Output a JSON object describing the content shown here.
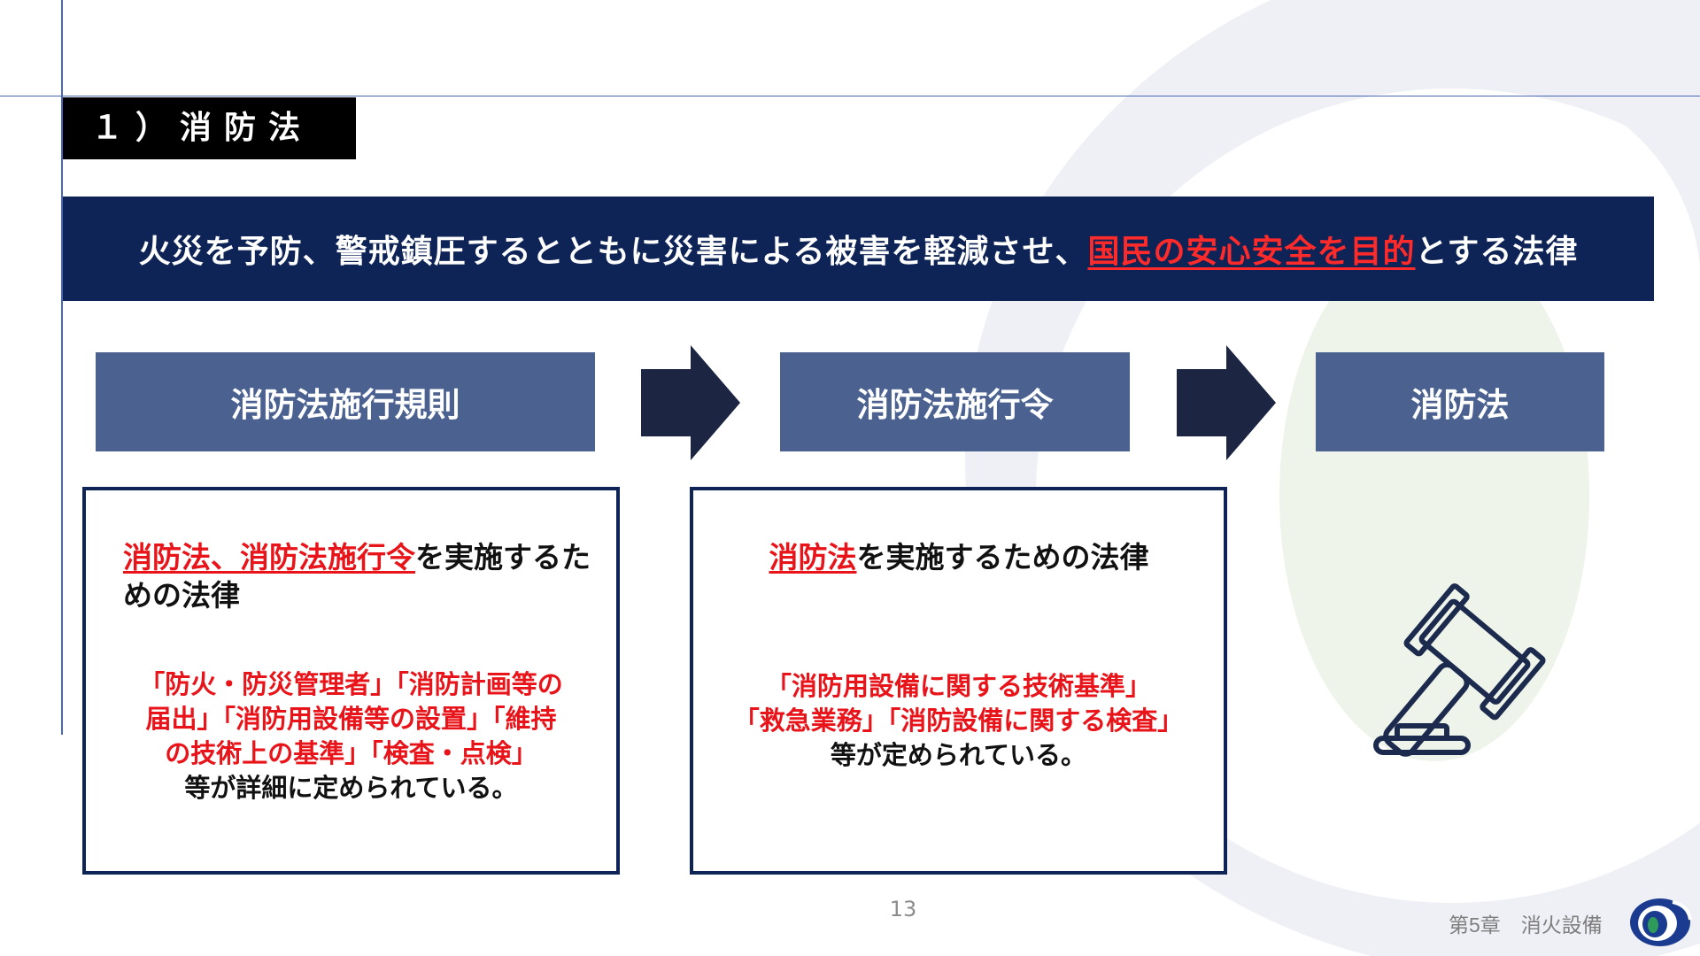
{
  "section": {
    "label": "１）消防法"
  },
  "banner": {
    "text_before": "火災を予防、警戒鎮圧するとともに災害による被害を軽減させ、",
    "text_highlight": "国民の安心安全を目的",
    "text_after": "とする法律"
  },
  "hierarchy": [
    {
      "label": "消防法施行規則"
    },
    {
      "label": "消防法施行令"
    },
    {
      "label": "消防法"
    }
  ],
  "descriptions": [
    {
      "lead_highlight": "消防法、消防法施行令",
      "lead_rest": "を実施するための法律",
      "detail_lines": [
        "「防火・防災管理者」「消防計画等の",
        "届出」「消防用設備等の設置」「維持",
        "の技術上の基準」「検査・点検」"
      ],
      "tail": "等が詳細に定められている。"
    },
    {
      "lead_highlight": "消防法",
      "lead_rest": "を実施するための法律",
      "detail_lines": [
        "「消防用設備に関する技術基準」",
        "「救急業務」「消防設備に関する検査」"
      ],
      "tail": "等が定められている。"
    }
  ],
  "icons": {
    "arrows": "right-arrow-icon",
    "gavel": "gavel-icon",
    "logo": "organization-logo-icon"
  },
  "colors": {
    "navy": "#0e2356",
    "box_blue": "#4b6291",
    "highlight_red": "#e8141a"
  },
  "footer": {
    "page_number": "13",
    "chapter": "第5章　消火設備"
  }
}
